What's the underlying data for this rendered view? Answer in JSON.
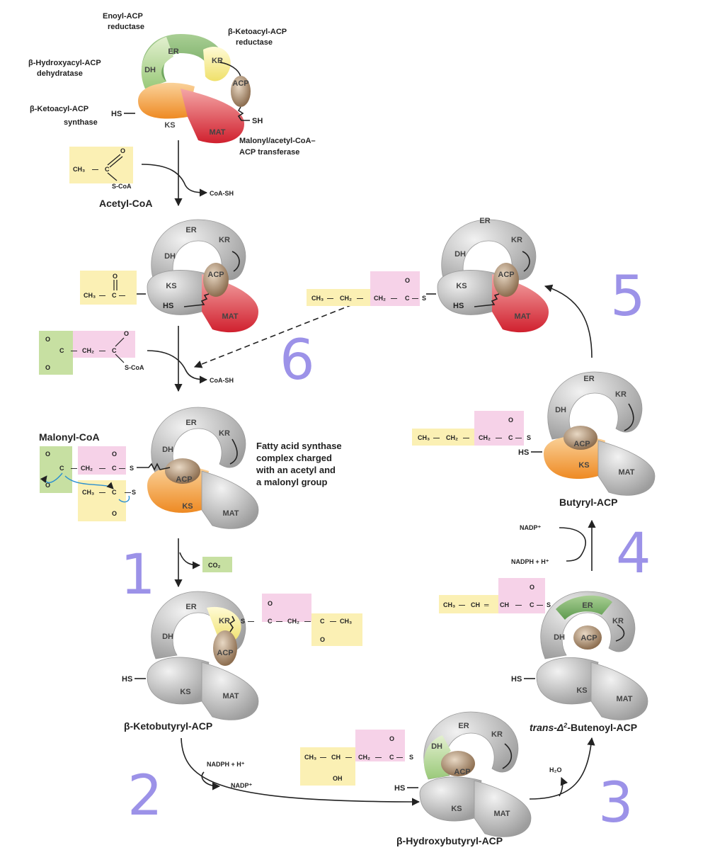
{
  "enzyme_labels": {
    "enoyl_reductase": [
      "Enoyl-ACP",
      "reductase"
    ],
    "ketoacyl_reductase": [
      "β-Ketoacyl-ACP",
      "reductase"
    ],
    "dehydratase": [
      "β-Hydroxyacyl-ACP",
      "dehydratase"
    ],
    "ketoacyl_synthase": [
      "β-Ketoacyl-ACP",
      "synthase"
    ],
    "transferase": [
      "Malonyl/acetyl-CoA–",
      "ACP transferase"
    ]
  },
  "domains": {
    "er": "ER",
    "kr": "KR",
    "dh": "DH",
    "ks": "KS",
    "mat": "MAT",
    "acp": "ACP"
  },
  "groups": {
    "hs": "HS",
    "sh": "SH",
    "s": "S",
    "coa_sh": "CoA-SH",
    "s_coa": "S-CoA",
    "co2": "CO₂",
    "h2o": "H₂O",
    "nadp": "NADP⁺",
    "nadph": "NADPH + H⁺",
    "oh": "OH",
    "o": "O"
  },
  "molecules": {
    "acetyl_coa": "Acetyl-CoA",
    "malonyl_coa": "Malonyl-CoA",
    "charged_caption": [
      "Fatty acid synthase",
      "complex charged",
      "with an acetyl and",
      "a malonyl group"
    ],
    "ketobutyryl": "β-Ketobutyryl-ACP",
    "hydroxybutyryl": "β-Hydroxybutyryl-ACP",
    "butenoyl_prefix": "trans-Δ",
    "butenoyl_sup": "2",
    "butenoyl_suffix": "-Butenoyl-ACP",
    "butyryl": "Butyryl-ACP"
  },
  "formulas": {
    "ch3": "CH₃",
    "ch2": "CH₂",
    "ch": "CH",
    "c": "C",
    "dash": "—",
    "eq": "═"
  },
  "step_numbers": {
    "one": "1",
    "two": "2",
    "three": "3",
    "four": "4",
    "five": "5",
    "six": "6"
  },
  "colors": {
    "yellow_box": "#fbf0b4",
    "pink_box": "#f6d2e8",
    "green_box": "#c7e0a2",
    "gray": "#c6c6c6",
    "ks_orange": "#f3a546",
    "mat_red": "#e0505a",
    "er_green": "#7fb26b",
    "dh_green": "#b9d99a",
    "kr_yellow": "#f7ee8e",
    "acp_brown": "#b69a7a",
    "handwriting": "#9c92e8"
  }
}
